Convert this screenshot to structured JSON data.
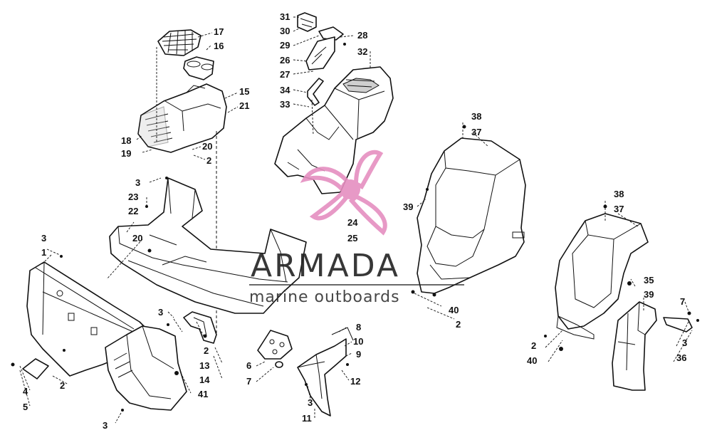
{
  "watermark": {
    "brand": "ARMADA",
    "tagline": "marine outboards",
    "accent_color": "#e58fc0",
    "logo_icon": "propeller-icon"
  },
  "callouts": [
    {
      "id": "c17",
      "label": "17"
    },
    {
      "id": "c16",
      "label": "16"
    },
    {
      "id": "c15",
      "label": "15"
    },
    {
      "id": "c21",
      "label": "21"
    },
    {
      "id": "c18",
      "label": "18"
    },
    {
      "id": "c19",
      "label": "19"
    },
    {
      "id": "c20a",
      "label": "20"
    },
    {
      "id": "c2a",
      "label": "2"
    },
    {
      "id": "c31",
      "label": "31"
    },
    {
      "id": "c30",
      "label": "30"
    },
    {
      "id": "c29",
      "label": "29"
    },
    {
      "id": "c28",
      "label": "28"
    },
    {
      "id": "c26",
      "label": "26"
    },
    {
      "id": "c32",
      "label": "32"
    },
    {
      "id": "c27",
      "label": "27"
    },
    {
      "id": "c34",
      "label": "34"
    },
    {
      "id": "c33",
      "label": "33"
    },
    {
      "id": "c38a",
      "label": "38"
    },
    {
      "id": "c37a",
      "label": "37"
    },
    {
      "id": "c39a",
      "label": "39"
    },
    {
      "id": "c3a",
      "label": "3"
    },
    {
      "id": "c23",
      "label": "23"
    },
    {
      "id": "c22",
      "label": "22"
    },
    {
      "id": "c24",
      "label": "24"
    },
    {
      "id": "c25",
      "label": "25"
    },
    {
      "id": "c40a",
      "label": "40"
    },
    {
      "id": "c2b",
      "label": "2"
    },
    {
      "id": "c38b",
      "label": "38"
    },
    {
      "id": "c37b",
      "label": "37"
    },
    {
      "id": "c35",
      "label": "35"
    },
    {
      "id": "c39b",
      "label": "39"
    },
    {
      "id": "c7a",
      "label": "7"
    },
    {
      "id": "c3b",
      "label": "3"
    },
    {
      "id": "c36",
      "label": "36"
    },
    {
      "id": "c2c",
      "label": "2"
    },
    {
      "id": "c40b",
      "label": "40"
    },
    {
      "id": "c3c",
      "label": "3"
    },
    {
      "id": "c1",
      "label": "1"
    },
    {
      "id": "c20b",
      "label": "20"
    },
    {
      "id": "c3d",
      "label": "3"
    },
    {
      "id": "c2d",
      "label": "2"
    },
    {
      "id": "c13",
      "label": "13"
    },
    {
      "id": "c14",
      "label": "14"
    },
    {
      "id": "c41",
      "label": "41"
    },
    {
      "id": "c2e",
      "label": "2"
    },
    {
      "id": "c4",
      "label": "4"
    },
    {
      "id": "c5",
      "label": "5"
    },
    {
      "id": "c3e",
      "label": "3"
    },
    {
      "id": "c6",
      "label": "6"
    },
    {
      "id": "c7b",
      "label": "7"
    },
    {
      "id": "c8",
      "label": "8"
    },
    {
      "id": "c10",
      "label": "10"
    },
    {
      "id": "c9",
      "label": "9"
    },
    {
      "id": "c12",
      "label": "12"
    },
    {
      "id": "c3f",
      "label": "3"
    },
    {
      "id": "c11",
      "label": "11"
    }
  ]
}
